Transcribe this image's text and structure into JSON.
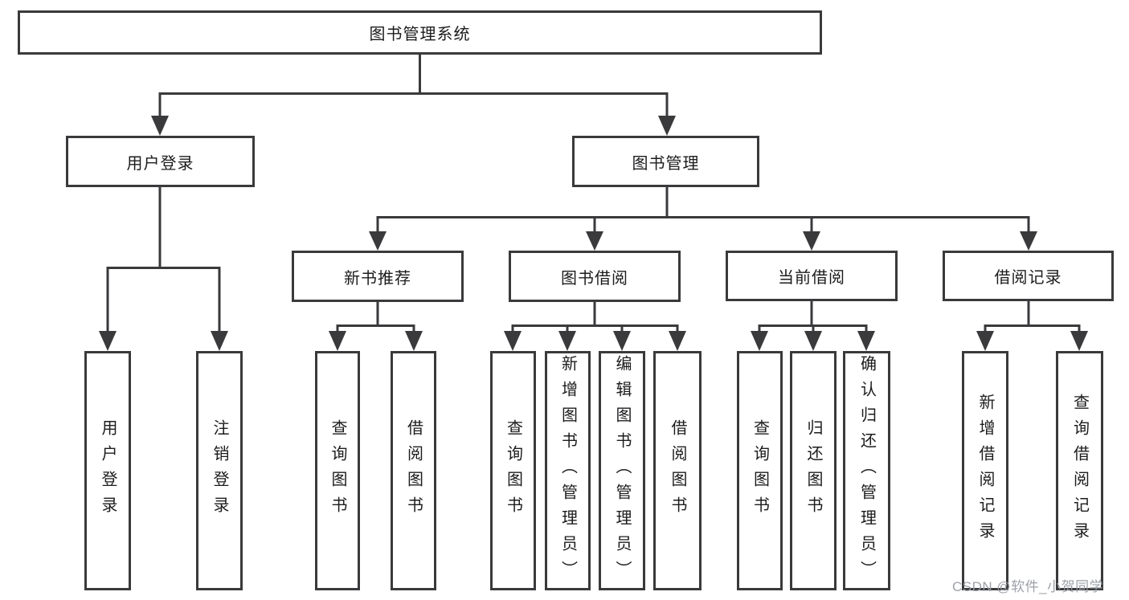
{
  "diagram": {
    "root": "图书管理系统",
    "level2": [
      "用户登录",
      "图书管理"
    ],
    "level3": [
      "新书推荐",
      "图书借阅",
      "当前借阅",
      "借阅记录"
    ],
    "leaves": {
      "user_login": [
        "用户登录",
        "注销登录"
      ],
      "new_book": [
        "查询图书",
        "借阅图书"
      ],
      "book_borrow": [
        "查询图书",
        "新增图书（管理员）",
        "编辑图书（管理员）",
        "借阅图书"
      ],
      "current_borrow": [
        "查询图书",
        "归还图书",
        "确认归还（管理员）"
      ],
      "records": [
        "新增借阅记录",
        "查询借阅记录"
      ]
    }
  },
  "watermark": {
    "text": "CSDN @软件_小贺同学"
  },
  "colors": {
    "line": "#3a3a3c",
    "box_border": "#3a3a3c",
    "text": "#1c1c1e",
    "watermark": "#989ca2",
    "background": "#ffffff"
  }
}
